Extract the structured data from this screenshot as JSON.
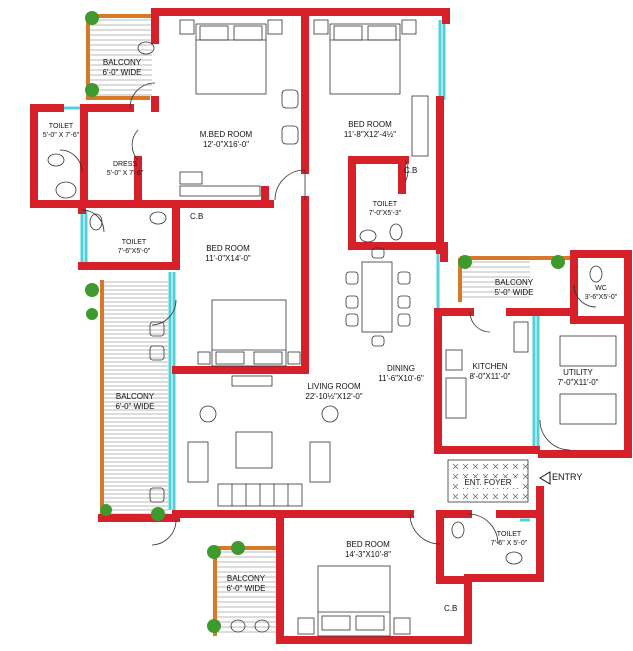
{
  "colors": {
    "wall": "#d6212b",
    "glass": "#4fd1d9",
    "balcony_rail": "#d8792a",
    "plant": "#3e9a2e"
  },
  "rooms": [
    {
      "key": "balcony_tl",
      "name": "BALCONY",
      "dim": "6'-0\" WIDE"
    },
    {
      "key": "toilet_l",
      "name": "TOILET",
      "dim": "5'-0\" X 7'-6\""
    },
    {
      "key": "dress",
      "name": "DRESS",
      "dim": "5'-0\" X 7'-6\""
    },
    {
      "key": "mbed",
      "name": "M.BED ROOM",
      "dim": "12'-0\"X16'-0\""
    },
    {
      "key": "bed_tr",
      "name": "BED ROOM",
      "dim": "11'-8\"X12'-4½\""
    },
    {
      "key": "toilet_mid",
      "name": "TOILET",
      "dim": "7'-0\"X5'-3\""
    },
    {
      "key": "toilet_2",
      "name": "TOILET",
      "dim": "7'-6\"X5'-0\""
    },
    {
      "key": "bed_mid",
      "name": "BED ROOM",
      "dim": "11'-0\"X14'-0\""
    },
    {
      "key": "balcony_r",
      "name": "BALCONY",
      "dim": "5'-0\" WIDE"
    },
    {
      "key": "wc",
      "name": "WC",
      "dim": "3'-6\"X5'-0\""
    },
    {
      "key": "dining",
      "name": "DINING",
      "dim": "11'-6\"X10'-6\""
    },
    {
      "key": "kitchen",
      "name": "KITCHEN",
      "dim": "8'-0\"X11'-0\""
    },
    {
      "key": "utility",
      "name": "UTILITY",
      "dim": "7'-0\"X11'-0\""
    },
    {
      "key": "balcony_l",
      "name": "BALCONY",
      "dim": "6'-0\" WIDE"
    },
    {
      "key": "living",
      "name": "LIVING ROOM",
      "dim": "22'-10½\"X12'-0\""
    },
    {
      "key": "foyer",
      "name": "ENT. FOYER",
      "dim": ""
    },
    {
      "key": "bed_bottom",
      "name": "BED ROOM",
      "dim": "14'-3\"X10'-8\""
    },
    {
      "key": "toilet_br",
      "name": "TOILET",
      "dim": "7'-6\" X 5'-0\""
    },
    {
      "key": "balcony_bl",
      "name": "BALCONY",
      "dim": "6'-0\" WIDE"
    }
  ],
  "cb_labels": [
    "C.B",
    "C.B",
    "C.B"
  ],
  "entry_label": "ENTRY"
}
